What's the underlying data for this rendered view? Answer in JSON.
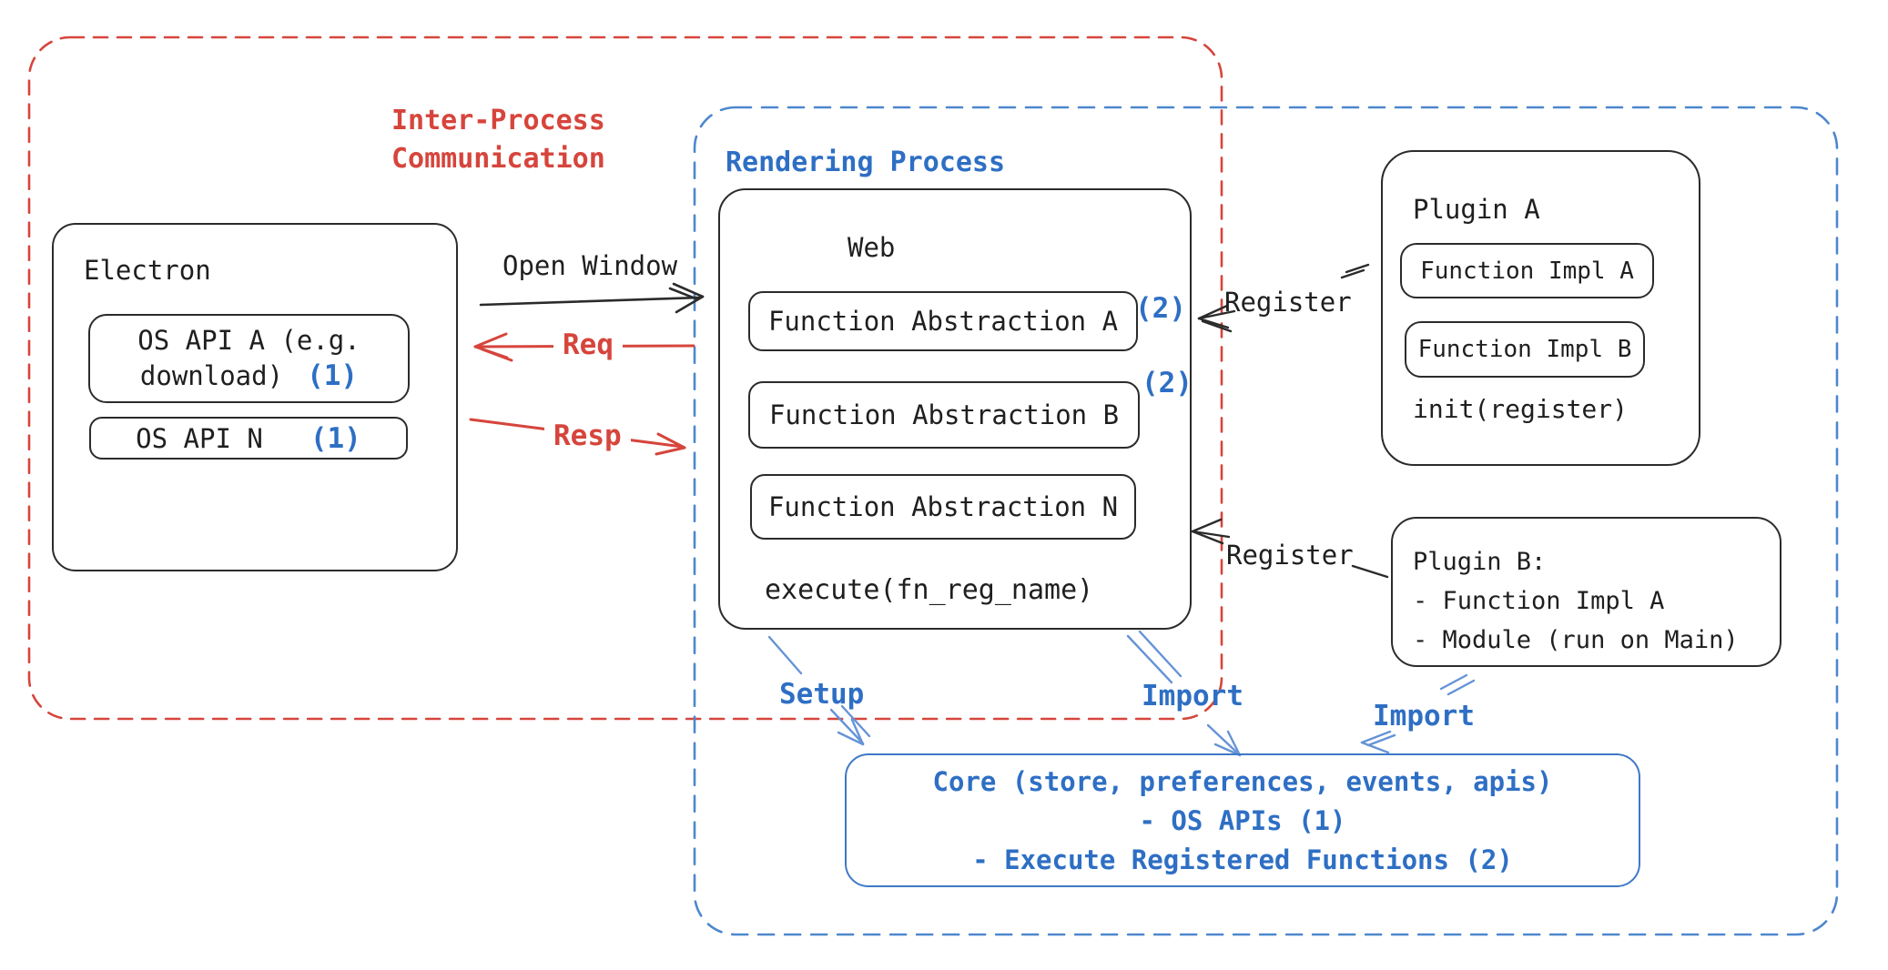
{
  "colors": {
    "red": "#d6453c",
    "blue_text": "#2e6fc4",
    "blue_dash": "#4d87cd",
    "blue_arrow": "#6593d6",
    "black": "#1f1f1f",
    "core_border": "#3f79c6"
  },
  "ipc": {
    "title_line1": "Inter-Process",
    "title_line2": "Communication"
  },
  "electron": {
    "title": "Electron",
    "api_a_line1": "OS API A (e.g.",
    "api_a_line2": "download)",
    "api_a_badge": "(1)",
    "api_n_label": "OS API N",
    "api_n_badge": "(1)"
  },
  "ipc_arrows": {
    "open_window": "Open Window",
    "req": "Req",
    "resp": "Resp"
  },
  "rendering": {
    "title": "Rendering Process",
    "web": {
      "title": "Web",
      "fa_a": "Function Abstraction A",
      "fa_a_badge": "(2)",
      "fa_b": "Function Abstraction B",
      "fa_b_badge": "(2)",
      "fa_n": "Function Abstraction N",
      "execute": "execute(fn_reg_name)"
    },
    "setup_label": "Setup",
    "import_label_left": "Import",
    "import_label_right": "Import"
  },
  "plugin_a": {
    "title": "Plugin A",
    "impl_a": "Function Impl A",
    "impl_b": "Function Impl B",
    "init": "init(register)",
    "register_label": "Register"
  },
  "plugin_b": {
    "title": "Plugin B:",
    "item1": "- Function Impl A",
    "item2": "- Module (run on Main)",
    "register_label": "Register"
  },
  "core": {
    "line1": "Core (store, preferences, events, apis)",
    "line2": "- OS APIs (1)",
    "line3": "- Execute Registered Functions (2)"
  }
}
